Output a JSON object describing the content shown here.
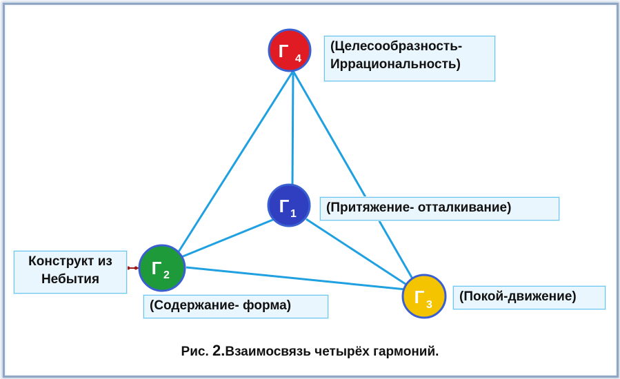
{
  "nodes": [
    {
      "id": "g4",
      "symbol": "Г",
      "index": "4",
      "color": "#e01b23",
      "label_lines": [
        "(Целесообразность-",
        "Иррациональность)"
      ]
    },
    {
      "id": "g1",
      "symbol": "Г",
      "index": "1",
      "color": "#2f3fc0",
      "label_lines": [
        "(Притяжение- отталкивание)"
      ]
    },
    {
      "id": "g2",
      "symbol": "Г",
      "index": "2",
      "color": "#1f9a3a",
      "label_lines": [
        "(Содержание- форма)"
      ]
    },
    {
      "id": "g3",
      "symbol": "Г",
      "index": "3",
      "color": "#f5c400",
      "label_lines": [
        "(Покой-движение)"
      ]
    }
  ],
  "left_box": {
    "lines": [
      "Конструкт из",
      "Небытия"
    ]
  },
  "caption": {
    "prefix": "Рис. ",
    "number": "2.",
    "text": "Взаимосвязь четырёх гармоний."
  },
  "colors": {
    "edge": "#1fa0e0",
    "node_border": "#3a5fd0",
    "label_border": "#6cc7f0",
    "connector": "#a01818"
  }
}
